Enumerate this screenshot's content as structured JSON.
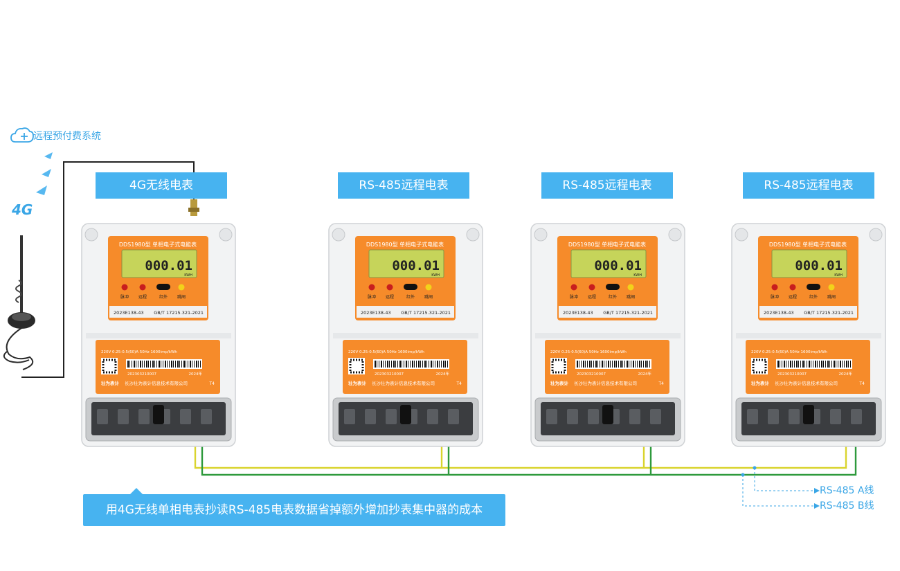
{
  "system_label": "远程预付费系统",
  "signal_label": "4G",
  "meters": [
    {
      "label": "4G无线电表",
      "model": "DDS1980型",
      "title": "单相电子式电能表",
      "reading": "000.01",
      "unit": "KWH",
      "cert": "2023E138-43",
      "standard": "GB/T 17215.321-2021",
      "specs": "220V  0.25-0.5(60)A  50Hz  1600imp/kWh",
      "serial": "202303210007",
      "year": "2024年",
      "maker": "长沙壮为表计信息技术有限公司",
      "brand": "壮为表计",
      "tag": "T4",
      "lamp_labels": [
        "脉冲",
        "远程",
        "红外",
        "跳闸"
      ]
    },
    {
      "label": "RS-485远程电表",
      "model": "DDS1980型",
      "title": "单相电子式电能表",
      "reading": "000.01",
      "unit": "KWH",
      "cert": "2023E138-43",
      "standard": "GB/T 17215.321-2021",
      "specs": "220V  0.25-0.5(60)A  50Hz  1600imp/kWh",
      "serial": "202303210007",
      "year": "2024年",
      "maker": "长沙壮为表计信息技术有限公司",
      "brand": "壮为表计",
      "tag": "T4",
      "lamp_labels": [
        "脉冲",
        "远程",
        "红外",
        "跳闸"
      ]
    },
    {
      "label": "RS-485远程电表",
      "model": "DDS1980型",
      "title": "单相电子式电能表",
      "reading": "000.01",
      "unit": "KWH",
      "cert": "2023E138-43",
      "standard": "GB/T 17215.321-2021",
      "specs": "220V  0.25-0.5(60)A  50Hz  1600imp/kWh",
      "serial": "202303210007",
      "year": "2024年",
      "maker": "长沙壮为表计信息技术有限公司",
      "brand": "壮为表计",
      "tag": "T4",
      "lamp_labels": [
        "脉冲",
        "远程",
        "红外",
        "跳闸"
      ]
    },
    {
      "label": "RS-485远程电表",
      "model": "DDS1980型",
      "title": "单相电子式电能表",
      "reading": "000.01",
      "unit": "KWH",
      "cert": "2023E138-43",
      "standard": "GB/T 17215.321-2021",
      "specs": "220V  0.25-0.5(60)A  50Hz  1600imp/kWh",
      "serial": "202303210007",
      "year": "2024年",
      "maker": "长沙壮为表计信息技术有限公司",
      "brand": "壮为表计",
      "tag": "T4",
      "lamp_labels": [
        "脉冲",
        "远程",
        "红外",
        "跳闸"
      ]
    }
  ],
  "callout": "用4G无线单相电表抄读RS-485电表数据省掉额外增加抄表集中器的成本",
  "legend": {
    "a": "RS-485 A线",
    "b": "RS-485 B线"
  },
  "colors": {
    "accent": "#47b3f0",
    "meter_orange": "#f68b2a",
    "wire_yellow": "#d9d42e",
    "wire_green": "#2e9a3c",
    "lcd": "#c6d45a"
  }
}
